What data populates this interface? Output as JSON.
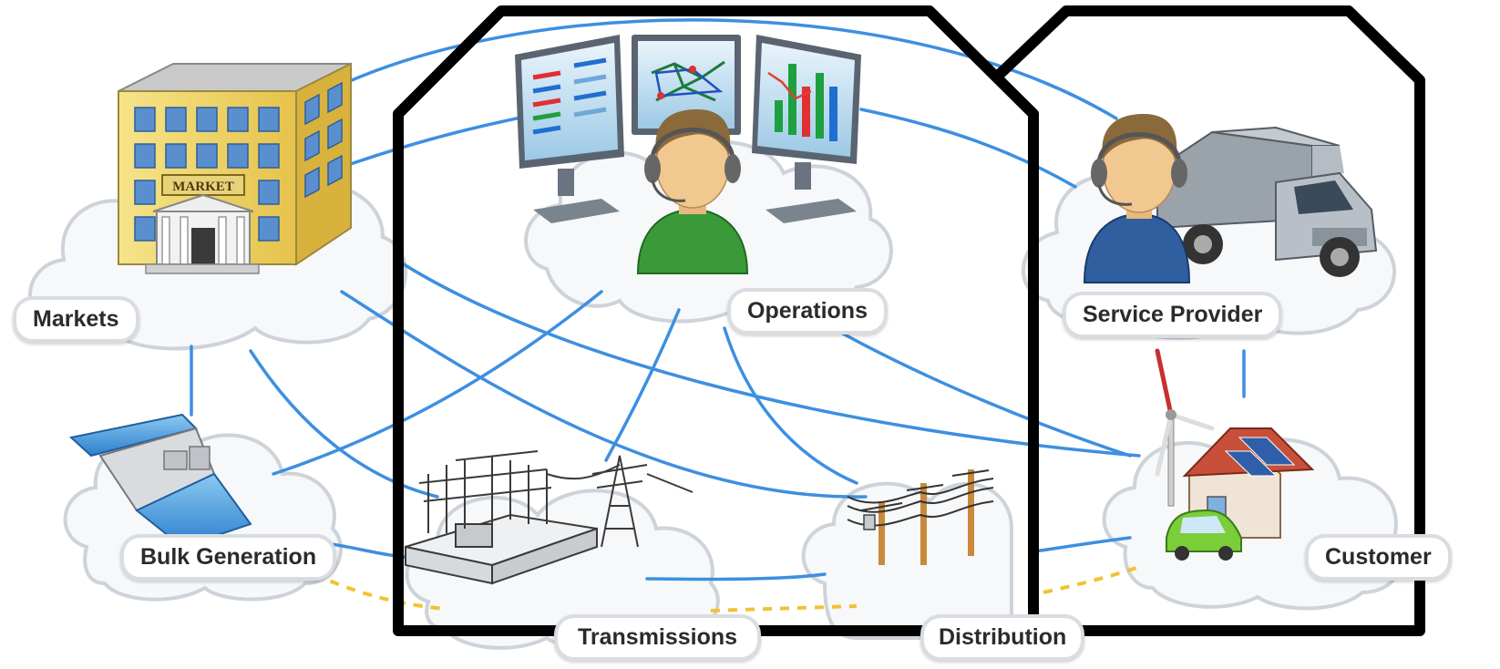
{
  "nodes": {
    "markets": {
      "label": "Markets",
      "icon": "market-building-icon",
      "building_sign": "MARKET"
    },
    "operations": {
      "label": "Operations",
      "icon": "operator-with-monitors-icon"
    },
    "service_provider": {
      "label": "Service Provider",
      "icon": "service-technician-truck-icon"
    },
    "bulk_generation": {
      "label": "Bulk Generation",
      "icon": "hydro-dam-icon"
    },
    "transmissions": {
      "label": "Transmissions",
      "icon": "transmission-substation-icon"
    },
    "distribution": {
      "label": "Distribution",
      "icon": "distribution-poles-icon"
    },
    "customer": {
      "label": "Customer",
      "icon": "smart-home-icon"
    }
  },
  "colors": {
    "connection_line": "#3d8fe0",
    "dashed_energy_line": "#f1c232",
    "cloud_fill": "#f5f7f9",
    "cloud_stroke": "#cfd5db",
    "highlight_box": "#000000"
  }
}
